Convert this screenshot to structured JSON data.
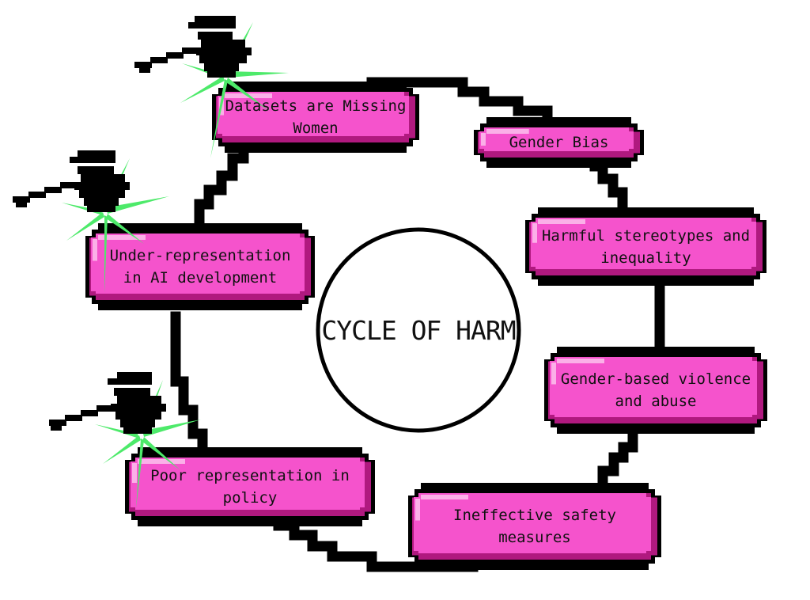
{
  "center_title": "CYCLE OF HARM",
  "colors": {
    "node_fill": "#f553cc",
    "node_highlight": "#fbb0e8",
    "node_shadow": "#b0197f",
    "outline": "#000000",
    "spark": "#4dea6a"
  },
  "nodes": [
    {
      "label": "Datasets are Missing Women",
      "lines": [
        "Datasets are Missing",
        "Women"
      ]
    },
    {
      "label": "Gender Bias",
      "lines": [
        "Gender Bias"
      ]
    },
    {
      "label": "Harmful stereotypes and inequality",
      "lines": [
        "Harmful stereotypes and",
        "inequality"
      ]
    },
    {
      "label": "Gender-based violence and abuse",
      "lines": [
        "Gender-based violence",
        "and abuse"
      ]
    },
    {
      "label": "Ineffective safety measures",
      "lines": [
        "Ineffective safety",
        "measures"
      ]
    },
    {
      "label": "Poor representation in policy",
      "lines": [
        "Poor representation in",
        "policy"
      ]
    },
    {
      "label": "Under-representation in AI development",
      "lines": [
        "Under-representation",
        "in AI development"
      ]
    }
  ],
  "icons": [
    "pickaxe-spark-icon",
    "pickaxe-spark-icon",
    "pickaxe-spark-icon"
  ]
}
